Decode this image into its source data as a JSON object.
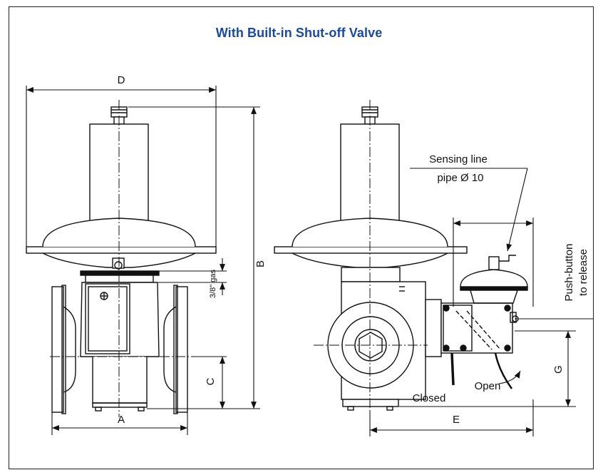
{
  "title": "With Built-in Shut-off Valve",
  "colors": {
    "title": "#1a4aa0",
    "line": "#111111",
    "frame": "#222222"
  },
  "dimensions": {
    "a": "A",
    "b": "B",
    "c": "C",
    "d": "D",
    "e": "E",
    "g": "G",
    "gas_thread": "3/8\" gas"
  },
  "annotations": {
    "sensing_line_1": "Sensing line",
    "sensing_line_2": "pipe Ø 10",
    "push_button_1": "Push-button",
    "push_button_2": "to release",
    "open": "Open",
    "closed": "Closed"
  }
}
